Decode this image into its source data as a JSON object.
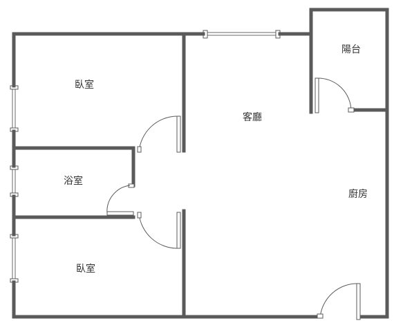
{
  "plan": {
    "rooms": [
      {
        "id": "bedroom-top",
        "label": "臥室"
      },
      {
        "id": "living-room",
        "label": "客廳"
      },
      {
        "id": "balcony",
        "label": "陽台"
      },
      {
        "id": "bathroom",
        "label": "浴室"
      },
      {
        "id": "kitchen",
        "label": "廚房"
      },
      {
        "id": "bedroom-bottom",
        "label": "臥室"
      }
    ]
  }
}
